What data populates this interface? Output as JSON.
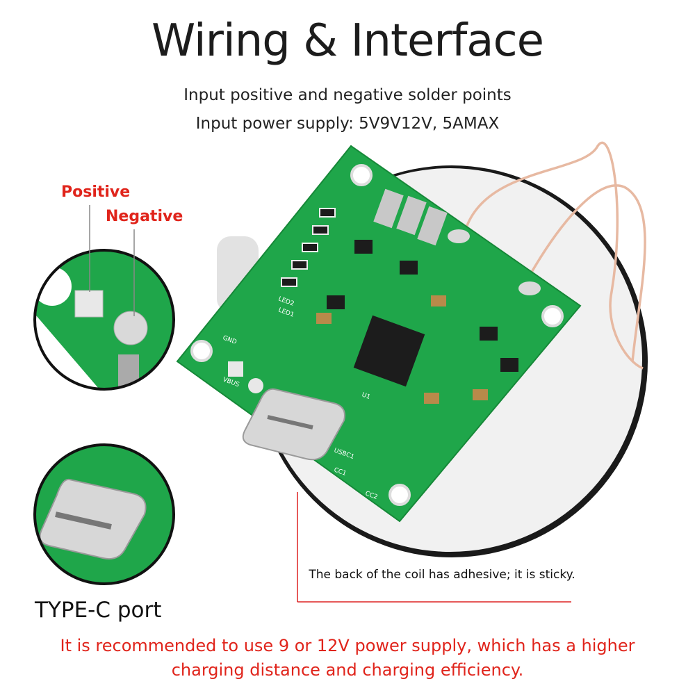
{
  "header": {
    "title": "Wiring & Interface",
    "line1": "Input positive and negative solder points",
    "line2": "Input power supply: 5V9V12V, 5AMAX"
  },
  "callouts": {
    "positive": "Positive",
    "negative": "Negative",
    "type_c": "TYPE-C port",
    "coil_note": "The back of the coil has adhesive; it is sticky."
  },
  "board_labels": {
    "gnd": "GND",
    "vbus": "VBUS",
    "usbc1": "USBC1",
    "led1": "LED1",
    "led2": "LED2",
    "u1": "U1",
    "cc1": "CC1",
    "cc2": "CC2"
  },
  "footer": {
    "line1": "It is recommended to use 9 or 12V power supply, which has a higher",
    "line2": "charging distance and charging efficiency."
  },
  "colors": {
    "pcb_green": "#1fa64a",
    "accent_red": "#e0241b",
    "text_dark": "#1c1c1c"
  }
}
